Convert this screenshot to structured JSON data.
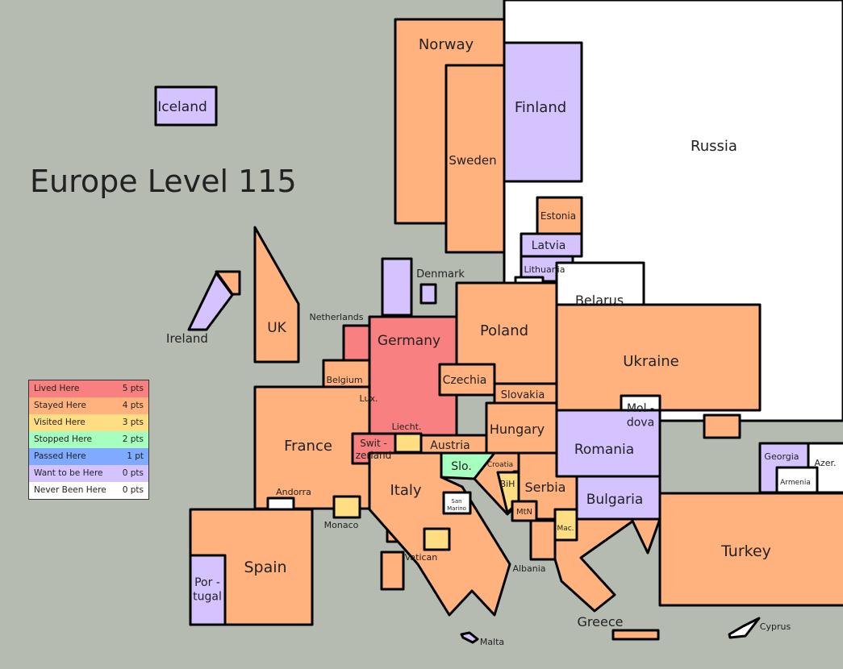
{
  "title": "Europe Level 115",
  "colors": {
    "lived": "#f88080",
    "stayed": "#ffb27d",
    "visited": "#ffde83",
    "stopped": "#a6ffbf",
    "passed": "#7faaff",
    "want": "#d4c3ff",
    "never": "#ffffff"
  },
  "legend": [
    {
      "label": "Lived Here",
      "points": "5 pts",
      "color": "#f88080"
    },
    {
      "label": "Stayed Here",
      "points": "4 pts",
      "color": "#ffb27d"
    },
    {
      "label": "Visited Here",
      "points": "3 pts",
      "color": "#ffde83"
    },
    {
      "label": "Stopped Here",
      "points": "2 pts",
      "color": "#a6ffbf"
    },
    {
      "label": "Passed Here",
      "points": "1 pt",
      "color": "#7faaff"
    },
    {
      "label": "Want to be Here",
      "points": "0 pts",
      "color": "#d4c3ff"
    },
    {
      "label": "Never Been Here",
      "points": "0 pts",
      "color": "#ffffff"
    }
  ],
  "countries": {
    "russia": {
      "name": "Russia",
      "status": "never"
    },
    "norway": {
      "name": "Norway",
      "status": "stayed"
    },
    "sweden": {
      "name": "Sweden",
      "status": "stayed"
    },
    "finland": {
      "name": "Finland",
      "status": "want"
    },
    "iceland": {
      "name": "Iceland",
      "status": "want"
    },
    "estonia": {
      "name": "Estonia",
      "status": "stayed"
    },
    "latvia": {
      "name": "Latvia",
      "status": "want"
    },
    "lithuania": {
      "name": "Lithuania",
      "status": "want"
    },
    "denmark": {
      "name": "Denmark",
      "status": "want"
    },
    "belarus": {
      "name": "Belarus",
      "status": "never"
    },
    "ireland": {
      "name": "Ireland",
      "status": "want"
    },
    "uk": {
      "name": "UK",
      "status": "stayed"
    },
    "netherlands": {
      "name": "Netherlands",
      "status": "lived"
    },
    "germany": {
      "name": "Germany",
      "status": "lived"
    },
    "poland": {
      "name": "Poland",
      "status": "stayed"
    },
    "ukraine": {
      "name": "Ukraine",
      "status": "stayed"
    },
    "belgium": {
      "name": "Belgium",
      "status": "stayed"
    },
    "luxembourg": {
      "name": "Lux.",
      "status": "visited"
    },
    "czechia": {
      "name": "Czechia",
      "status": "stayed"
    },
    "slovakia": {
      "name": "Slovakia",
      "status": "stayed"
    },
    "moldova": {
      "name": "Mol -\ndova",
      "status": "never"
    },
    "france": {
      "name": "France",
      "status": "stayed"
    },
    "liechtenstein": {
      "name": "Liecht.",
      "status": "visited"
    },
    "switzerland": {
      "name": "Swit -\nzerland",
      "status": "lived"
    },
    "austria": {
      "name": "Austria",
      "status": "stayed"
    },
    "hungary": {
      "name": "Hungary",
      "status": "stayed"
    },
    "romania": {
      "name": "Romania",
      "status": "want"
    },
    "slovenia": {
      "name": "Slo.",
      "status": "stopped"
    },
    "croatia": {
      "name": "Croatia",
      "status": "stayed"
    },
    "bosnia": {
      "name": "BiH",
      "status": "visited"
    },
    "serbia": {
      "name": "Serbia",
      "status": "stayed"
    },
    "georgia": {
      "name": "Georgia",
      "status": "want"
    },
    "armenia": {
      "name": "Armenia",
      "status": "never"
    },
    "azerbaijan": {
      "name": "Azer.",
      "status": "never"
    },
    "andorra": {
      "name": "Andorra",
      "status": "never"
    },
    "monaco": {
      "name": "Monaco",
      "status": "visited"
    },
    "italy": {
      "name": "Italy",
      "status": "stayed"
    },
    "san_marino": {
      "name": "San\nMarino",
      "status": "never"
    },
    "montenegro": {
      "name": "MtN",
      "status": "stayed"
    },
    "macedonia": {
      "name": "Mac.",
      "status": "visited"
    },
    "bulgaria": {
      "name": "Bulgaria",
      "status": "want"
    },
    "spain": {
      "name": "Spain",
      "status": "stayed"
    },
    "portugal": {
      "name": "Por -\ntugal",
      "status": "want"
    },
    "vatican": {
      "name": "Vatican",
      "status": "visited"
    },
    "albania": {
      "name": "Albania",
      "status": "stayed"
    },
    "turkey": {
      "name": "Turkey",
      "status": "stayed"
    },
    "greece": {
      "name": "Greece",
      "status": "stayed"
    },
    "malta": {
      "name": "Malta",
      "status": "want"
    },
    "cyprus": {
      "name": "Cyprus",
      "status": "never"
    },
    "kaliningrad": {
      "status": "never"
    },
    "sardinia": {
      "status": "stayed"
    },
    "corsica": {
      "status": "stayed"
    },
    "crimea": {
      "status": "stayed"
    }
  }
}
